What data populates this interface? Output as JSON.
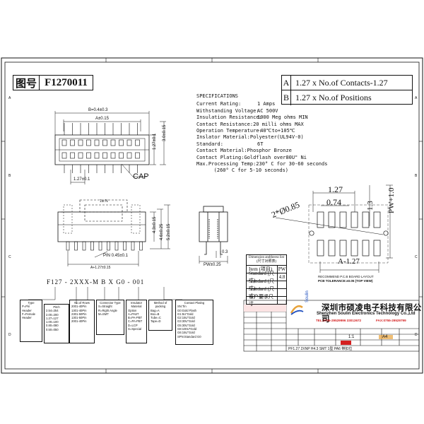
{
  "title": {
    "label": "图号",
    "part_no": "F1270011"
  },
  "formula": [
    {
      "key": "A",
      "value": "1.27 x No.of Contacts-1.27"
    },
    {
      "key": "B",
      "value": "1.27 x No.of Positions"
    }
  ],
  "specs": {
    "heading": "SPECIFICATIONS",
    "rows": [
      {
        "label": "Current Rating:",
        "value": "1 Amps"
      },
      {
        "label": "Withstanding Voltage:",
        "value": "AC  500V"
      },
      {
        "label": "Insulation Resistance:",
        "value": "1000 Meg ohms MIN"
      },
      {
        "label": "Contact Resistance:",
        "value": "20 milli ohms MAX"
      },
      {
        "label": "Operation Temperature:",
        "value": "-40℃to+105℃"
      },
      {
        "label": "Inslator Material:",
        "value": "Polyester(UL94V-0)"
      },
      {
        "label": "Standard:",
        "value": "6T"
      },
      {
        "label": "Contact Material:",
        "value": "Phosphor Bronze"
      },
      {
        "label": "Contact Plating:",
        "value": "Goldflash over80U\" Ni"
      },
      {
        "label": "Max.Processing Temp:",
        "value": "230° C for 30-60 seconds"
      },
      {
        "label": "",
        "value": "(260° C for  5-10 seconds)"
      }
    ]
  },
  "top_view": {
    "dim_b": "B=0.4±0.3",
    "dim_a": "A±0.15",
    "dim_pitch": "1.27±0.1",
    "dim_row": "1.27±0.1",
    "dim_width": "3.0±0.15",
    "cap_label": "CAP"
  },
  "side_view": {
    "dim_top": "1st N",
    "dim_h1": "4.3±0.15",
    "dim_h2": "4.6±0.25",
    "dim_h3": "5.2±0.15",
    "pin_label": "PIN 0.45±0.1",
    "dim_len": "A+1.27±0.15",
    "dim_pw": "PW±0.25",
    "dim_03": "0.3"
  },
  "pcb_layout": {
    "dim_127": "1.27",
    "dim_074": "0.74",
    "dim_13": "1.3",
    "dim_pw": "PW+1.0",
    "hole": "2*Ø0.85",
    "dim_a": "A-1.27",
    "caption": "RECOMMEND P.C.B BOARD LAYOUT",
    "tolerance": "PCB TOLERANCE:±0.05 (TOP VIEW)"
  },
  "dimension_table": {
    "header": "Dimension andtheess list",
    "header_cn": "(尺寸对照表)",
    "rows": [
      {
        "item": "Item (项目)",
        "val": "PW"
      },
      {
        "item": "Standard (尺寸)",
        "val": "4.8"
      },
      {
        "item": "Standard (尺寸)",
        "val": ""
      },
      {
        "item": "Standard (尺寸)",
        "val": ""
      },
      {
        "item": "客户要求尺寸",
        "val": ""
      }
    ]
  },
  "part_number": {
    "code": "F127 - 2XXX-M   B   X   G0 - 001",
    "options": [
      {
        "title": "Type",
        "lines": [
          "P=Pin Header",
          "F=Female Header"
        ]
      },
      {
        "title": "Pitch",
        "lines": [
          "2.54=254",
          "2.00=200",
          "1.27=127",
          "1.00=100",
          "0.80=080",
          "0.50=050"
        ]
      },
      {
        "title": "No.of Rows",
        "lines": [
          "2001-40Pin",
          "1301-40Pin",
          "2301-50Pin",
          "1301-50Pin",
          "2001-40Pin"
        ]
      },
      {
        "title": "Connector Type",
        "lines": [
          "S=Straight",
          "",
          "R=Right Angle",
          "",
          "M=SMT"
        ]
      },
      {
        "title": "Insulator Material",
        "lines": [
          "Option",
          "A=PA6T",
          "B=PA-PBT",
          "C=PA-PBT",
          "D=LCP",
          "S=Special"
        ]
      },
      {
        "title": "Method of packing",
        "lines": [
          "Bag=A",
          "Box=B",
          "Tube=C",
          "Tape=D"
        ]
      },
      {
        "title": "Contact Plating",
        "lines": [
          "SN:Tin",
          "G0:Gold Flash",
          "G1:5U\"Gold",
          "G2:15U\"Gold",
          "G3:30U\"Gold",
          "G5:30U\"Gold",
          "G8:100U\"Gold",
          "G6:15U\"Gold",
          "SPN:Standard G0"
        ]
      }
    ]
  },
  "title_block": {
    "company_cn": "深圳市硕凌电子科技有限公司",
    "company_en": "Shenzhen Soulin Electronics Technology Co.,Ltd",
    "phone": "TEL:0755-29529996  33013672",
    "fax": "FAX:0755-29529799",
    "logo_text": "Soulin",
    "scale": "1:1",
    "size": "A4",
    "description": "PF1.27 2XNP H4.3 SMT 1型 PA6 带扣位"
  },
  "colors": {
    "ink": "#111111",
    "red": "#d42020",
    "blue": "#1f4fbf",
    "orange": "#e8a33a"
  }
}
